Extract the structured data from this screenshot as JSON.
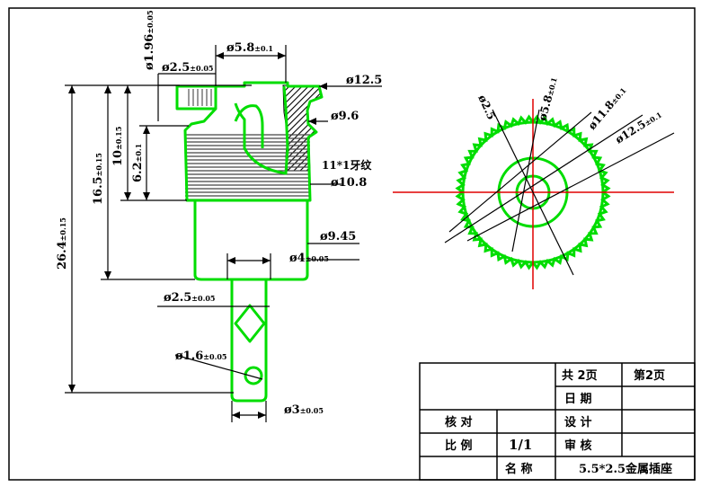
{
  "dimensions": {
    "d_tip": "ø1.96",
    "d_tip_tol": "±0.05",
    "d_5_8": "ø5.8",
    "d_5_8_tol": "±0.1",
    "d_2_5_top": "ø2.5",
    "d_2_5_top_tol": "±0.05",
    "d_12_5": "ø12.5",
    "d_9_6": "ø9.6",
    "thread": "11*1牙纹",
    "d_10_8": "ø10.8",
    "len_26_4": "26.4",
    "len_26_4_tol": "±0.15",
    "len_16_5": "16.5",
    "len_16_5_tol": "±0.15",
    "len_10": "10",
    "len_10_tol": "±0.15",
    "len_6_2": "6.2",
    "len_6_2_tol": "±0.1",
    "d_9_45": "ø9.45",
    "d_4": "ø4",
    "d_4_tol": "±0.05",
    "d_2_5_mid": "ø2.5",
    "d_2_5_mid_tol": "±0.05",
    "d_1_6": "ø1.6",
    "d_1_6_tol": "±0.05",
    "d_3": "ø3",
    "d_3_tol": "±0.05"
  },
  "end_view": {
    "d_2_5": "ø2.5",
    "d_5_8": "ø5.8",
    "d_5_8_tol": "±0.1",
    "d_11_8": "ø11.8",
    "d_11_8_tol": "±0.1",
    "d_12_5": "ø12.5",
    "d_12_5_tol": "±0.1"
  },
  "title_block": {
    "total_pages": "共 2页",
    "page_no": "第2页",
    "date_label": "日 期",
    "check_label": "核 对",
    "design_label": "设 计",
    "scale_label": "比 例",
    "scale_value": "1/1",
    "review_label": "审 核",
    "name_label": "名 称",
    "name_value": "5.5*2.5金属插座"
  },
  "colors": {
    "outline": "#00dd00",
    "center_line": "#e00000",
    "dimension_line": "#000000"
  }
}
